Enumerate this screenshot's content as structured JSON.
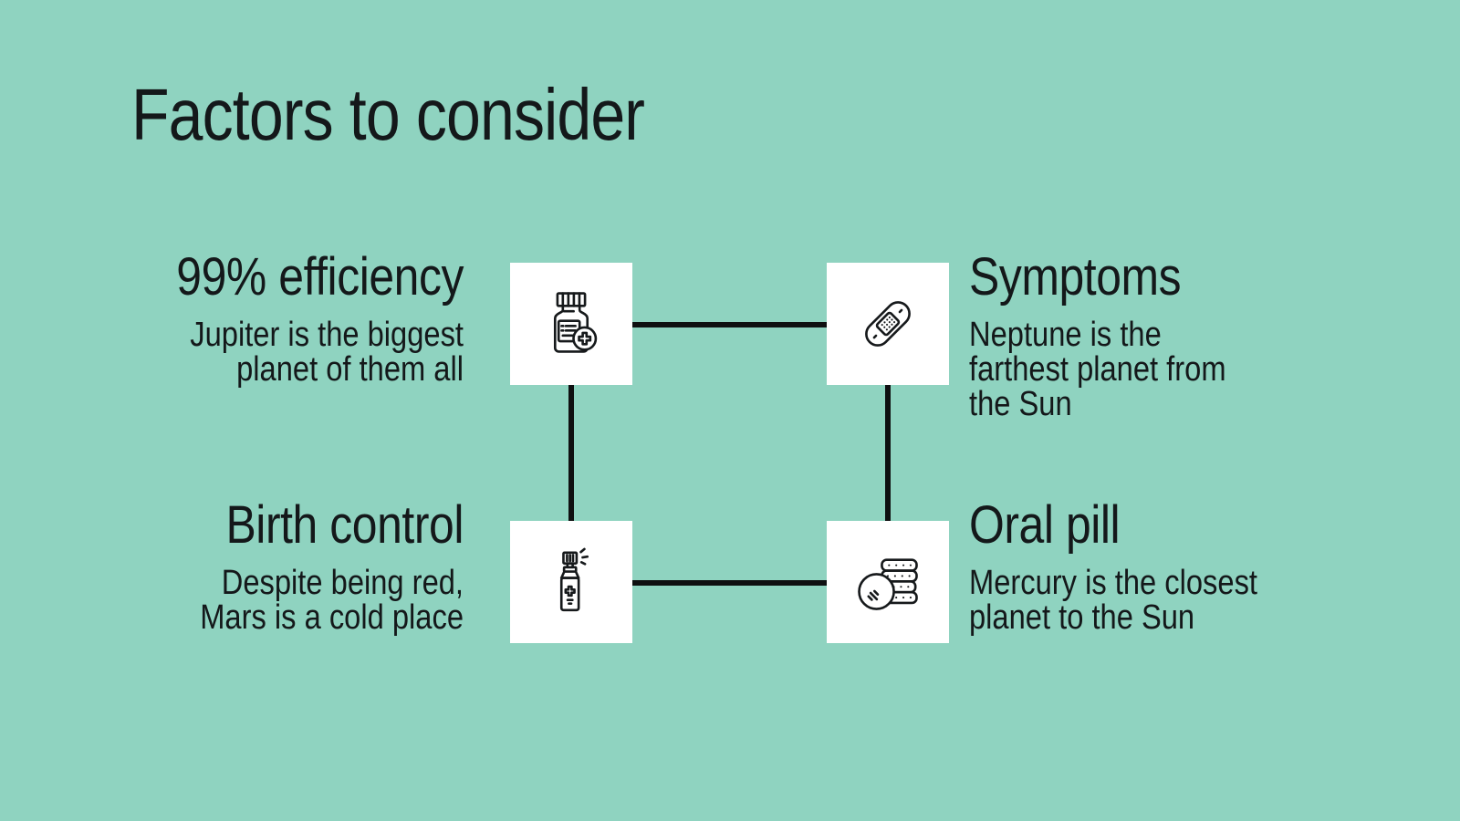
{
  "slide": {
    "title": "Factors to consider",
    "colors": {
      "background": "#8FD3C0",
      "text": "#14181A",
      "card": "#FFFFFF",
      "connector": "#0F1011"
    },
    "items": [
      {
        "position": "top-left",
        "heading": "99% efficiency",
        "lines": [
          "Jupiter is the biggest",
          "planet of them all"
        ],
        "icon": "pill-bottle-icon"
      },
      {
        "position": "top-right",
        "heading": "Symptoms",
        "lines": [
          "Neptune is the",
          "farthest planet from",
          "the Sun"
        ],
        "icon": "bandage-icon"
      },
      {
        "position": "bottom-left",
        "heading": "Birth control",
        "lines": [
          "Despite being red,",
          "Mars is a cold place"
        ],
        "icon": "spray-bottle-icon"
      },
      {
        "position": "bottom-right",
        "heading": "Oral pill",
        "lines": [
          "Mercury is the closest",
          "planet to the Sun"
        ],
        "icon": "pill-stack-icon"
      }
    ]
  }
}
